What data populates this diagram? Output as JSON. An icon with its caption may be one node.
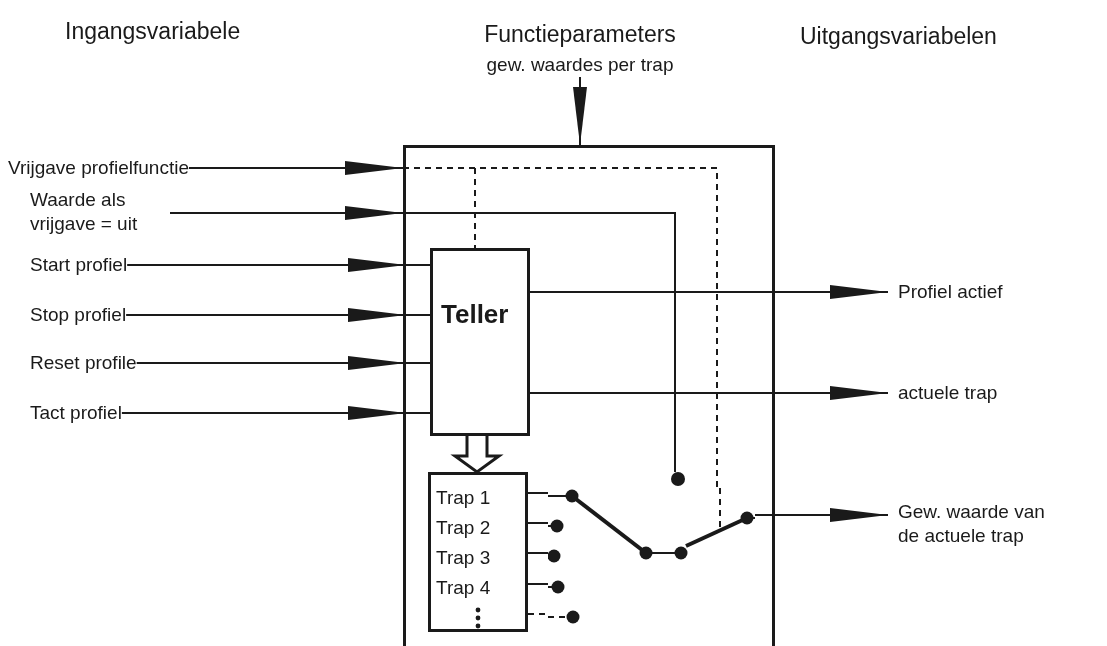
{
  "diagram": {
    "nodes": [
      {
        "text": [],
        "shape": "box"
      },
      {
        "text": [
          "gew. waardes per trap"
        ]
      },
      {
        "text": [
          "Vrijgave profielfunctie"
        ]
      },
      {
        "text": [
          "Waarde als vrijgave = uit"
        ]
      },
      {
        "text": [
          "Start profiel"
        ]
      },
      {
        "text": [
          "Stop profiel"
        ]
      },
      {
        "text": [
          "Reset profile"
        ]
      },
      {
        "text": [
          "Tact profiel"
        ]
      },
      {
        "text": [
          "Teller"
        ],
        "in": 0
      },
      {
        "text": [
          "Trap 1",
          "Trap 2",
          "Trap 3",
          "Trap 4"
        ],
        "in": 0
      },
      {
        "text": [
          "Profiel actief"
        ]
      },
      {
        "text": [
          "actuele trap"
        ]
      },
      {
        "text": [
          "Gew. waarde van de actuele trap"
        ]
      },
      {
        "text": [],
        "shape": "switch",
        "in": 0
      },
      {
        "text": [],
        "shape": "circle",
        "in": 0
      }
    ],
    "edges": [
      {
        "from": 1,
        "to": 0,
        "arrow": "to"
      },
      {
        "from": 2,
        "to": 0,
        "arrow": "to"
      },
      {
        "from": null,
        "to": 8,
        "arrow": "none",
        "style": "dashed"
      },
      {
        "from": null,
        "to": 13,
        "arrow": "none",
        "style": "dashed"
      },
      {
        "from": 3,
        "to": 0,
        "arrow": "to"
      },
      {
        "from": null,
        "to": 14,
        "arrow": "none"
      },
      {
        "from": 4,
        "to": 8,
        "arrow": "to"
      },
      {
        "from": 5,
        "to": 8,
        "arrow": "to"
      },
      {
        "from": 6,
        "to": 8,
        "arrow": "to"
      },
      {
        "from": 7,
        "to": 8,
        "arrow": "to"
      },
      {
        "from": 8,
        "to": 10,
        "arrow": "to"
      },
      {
        "from": 8,
        "to": 11,
        "arrow": "to"
      },
      {
        "from": 8,
        "to": 9,
        "arrow": "to",
        "style": "thick"
      },
      {
        "from": 9,
        "to": 13,
        "arrow": "none"
      },
      {
        "from": 9,
        "to": 13,
        "arrow": "none"
      },
      {
        "from": 9,
        "to": 13,
        "arrow": "none"
      },
      {
        "from": 9,
        "to": 13,
        "arrow": "none"
      },
      {
        "from": 9,
        "to": 13,
        "arrow": "none",
        "style": "dashed"
      },
      {
        "from": 13,
        "to": 12,
        "arrow": "to"
      }
    ],
    "labels": [
      "Ingangsvariabele",
      "Functieparameters",
      "Uitgangsvariabelen"
    ]
  }
}
